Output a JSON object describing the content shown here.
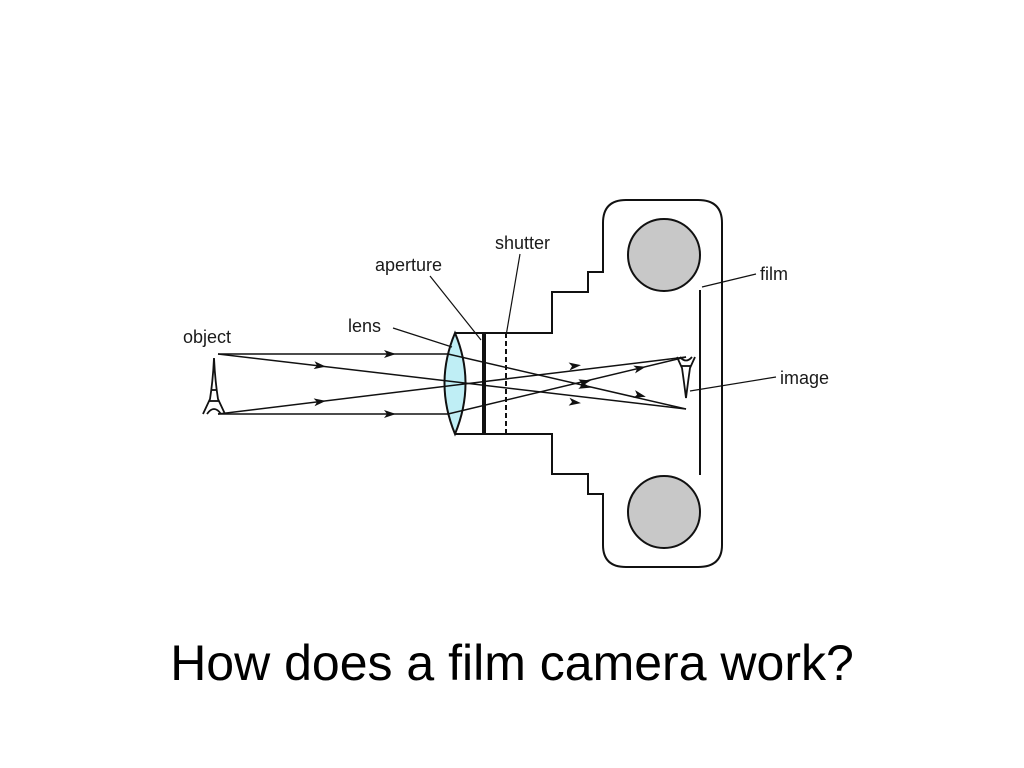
{
  "diagram": {
    "labels": {
      "object": "object",
      "lens": "lens",
      "aperture": "aperture",
      "shutter": "shutter",
      "film": "film",
      "image": "image"
    },
    "colors": {
      "lens_fill": "#bfeef5",
      "spool_fill": "#c8c8c8",
      "line": "#111111"
    }
  },
  "caption": "How does a film camera work?"
}
